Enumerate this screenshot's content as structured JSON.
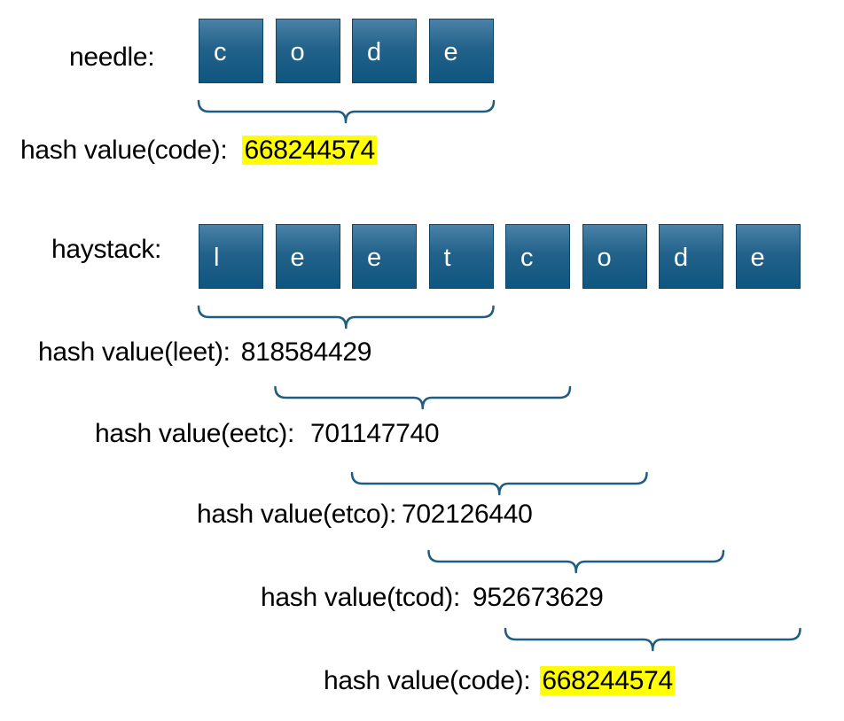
{
  "needle": {
    "label": "needle:",
    "chars": [
      "c",
      "o",
      "d",
      "e"
    ],
    "hash_label": "hash value(code):",
    "hash_value": "668244574"
  },
  "haystack": {
    "label": "haystack:",
    "chars": [
      "l",
      "e",
      "e",
      "t",
      "c",
      "o",
      "d",
      "e"
    ]
  },
  "windows": [
    {
      "label": "hash value(leet):",
      "value": "818584429",
      "highlight": false
    },
    {
      "label": "hash value(eetc):",
      "value": "701147740",
      "highlight": false
    },
    {
      "label": "hash value(etco):",
      "value": "702126440",
      "highlight": false
    },
    {
      "label": "hash value(tcod):",
      "value": "952673629",
      "highlight": false
    },
    {
      "label": "hash value(code):",
      "value": "668244574",
      "highlight": true
    }
  ],
  "colors": {
    "cell_top": "#4a82a8",
    "cell_bottom": "#0e5680",
    "brace": "#1f5c82",
    "highlight": "#ffff00"
  }
}
